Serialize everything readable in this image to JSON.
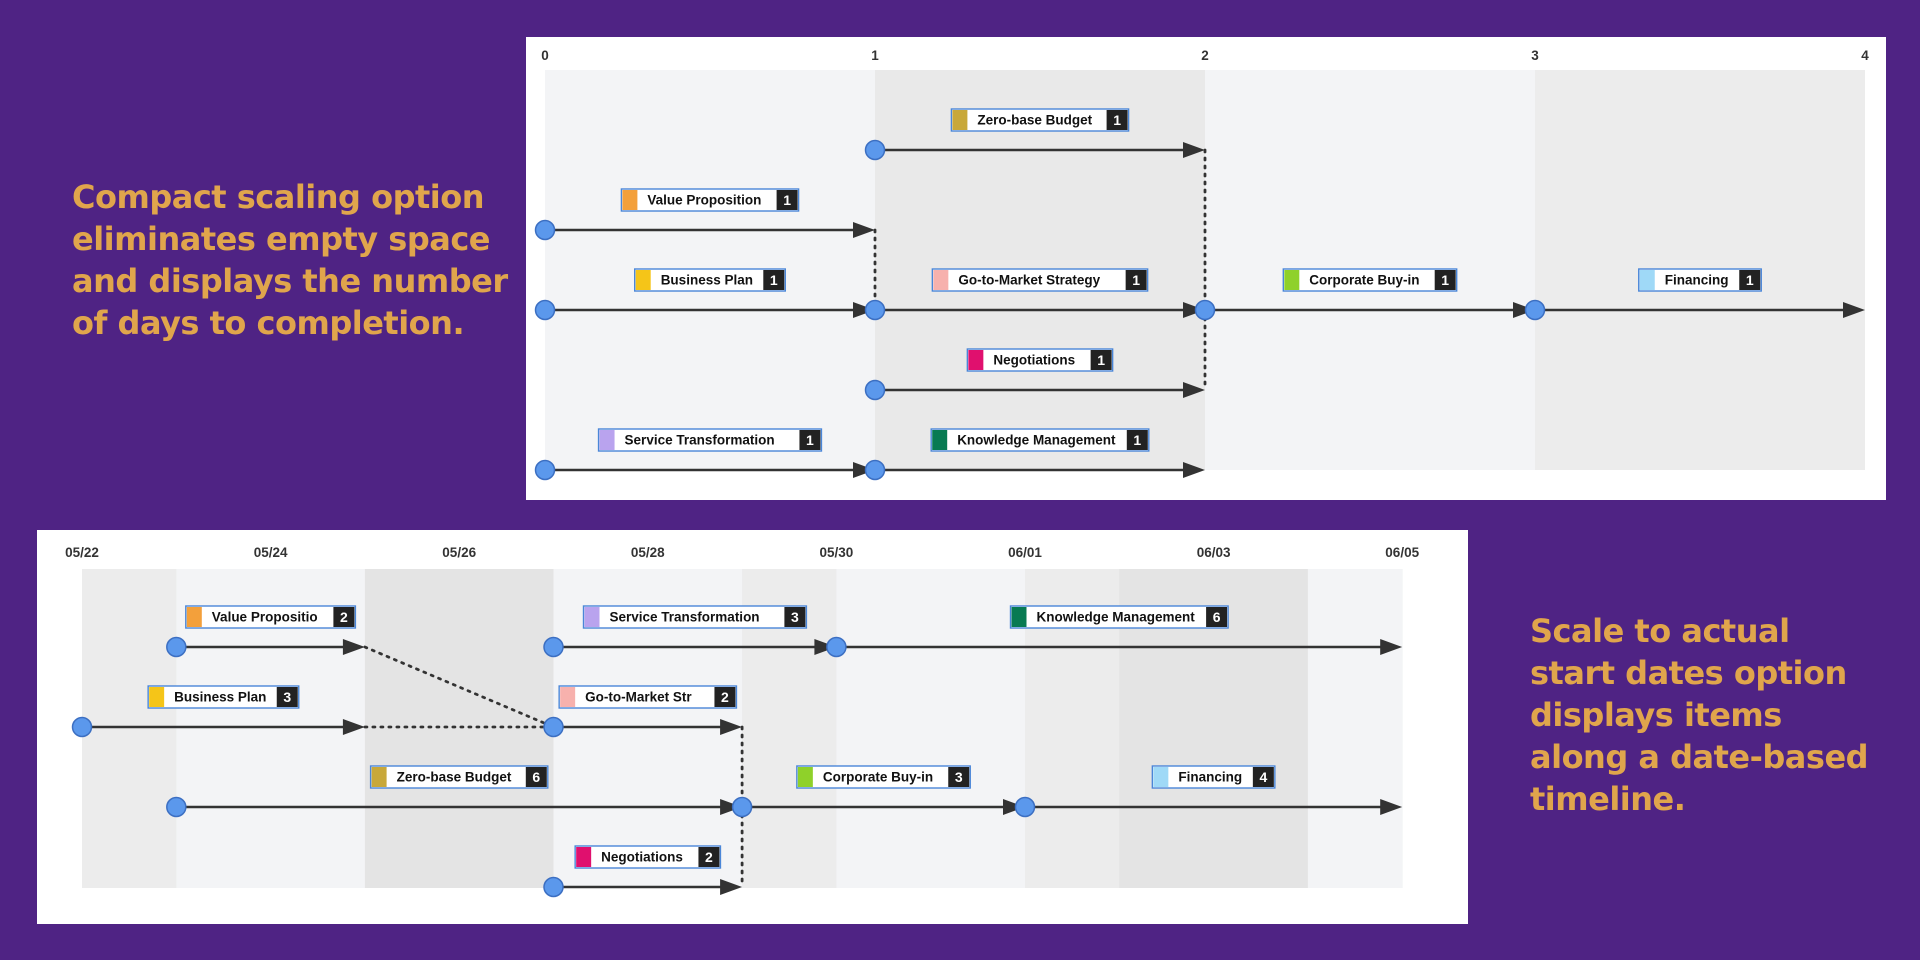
{
  "captions": {
    "top": [
      "Compact scaling option",
      "eliminates empty space",
      "and displays the number",
      "of days to completion."
    ],
    "bottom": [
      "Scale to actual",
      "start dates option",
      "displays items",
      "along a date-based",
      "timeline."
    ]
  },
  "colors": {
    "background": "#4f2384",
    "caption": "#e0a54c",
    "node": "#5b98ec",
    "arrow": "#333333",
    "badge": "#222222",
    "label_border": "#4a86d8"
  },
  "compact": {
    "ticks": [
      "0",
      "1",
      "2",
      "3",
      "4"
    ],
    "tasks": [
      {
        "name": "Zero-base Budget",
        "days": "1",
        "color": "#c8a83a",
        "start": 1,
        "end": 2,
        "row": 0
      },
      {
        "name": "Value Proposition",
        "days": "1",
        "color": "#f3a03b",
        "start": 0,
        "end": 1,
        "row": 1
      },
      {
        "name": "Business Plan",
        "days": "1",
        "color": "#f5c518",
        "start": 0,
        "end": 1,
        "row": 2
      },
      {
        "name": "Go-to-Market Strategy",
        "days": "1",
        "color": "#f7b1ad",
        "start": 1,
        "end": 2,
        "row": 2
      },
      {
        "name": "Corporate Buy-in",
        "days": "1",
        "color": "#8fd12a",
        "start": 2,
        "end": 3,
        "row": 2
      },
      {
        "name": "Financing",
        "days": "1",
        "color": "#9fd9f7",
        "start": 3,
        "end": 4,
        "row": 2
      },
      {
        "name": "Negotiations",
        "days": "1",
        "color": "#e0106e",
        "start": 1,
        "end": 2,
        "row": 3
      },
      {
        "name": "Service Transformation",
        "days": "1",
        "color": "#b9a3ee",
        "start": 0,
        "end": 1,
        "row": 4
      },
      {
        "name": "Knowledge Management",
        "days": "1",
        "color": "#087a52",
        "start": 1,
        "end": 2,
        "row": 4
      }
    ],
    "dependencies": [
      {
        "x": 1,
        "from_row": 1,
        "to_row": 2
      },
      {
        "x": 2,
        "from_row": 0,
        "to_row": 3
      }
    ]
  },
  "dated": {
    "ticks": [
      "05/22",
      "05/24",
      "05/26",
      "05/28",
      "05/30",
      "06/01",
      "06/03",
      "06/05"
    ],
    "tasks": [
      {
        "name": "Value Propositio",
        "days": "2",
        "color": "#f3a03b",
        "start": "05/23",
        "end": "05/25",
        "row": 0
      },
      {
        "name": "Service Transformation",
        "days": "3",
        "color": "#b9a3ee",
        "start": "05/27",
        "end": "05/30",
        "row": 0
      },
      {
        "name": "Knowledge Management",
        "days": "6",
        "color": "#087a52",
        "start": "05/30",
        "end": "06/05",
        "row": 0
      },
      {
        "name": "Business Plan",
        "days": "3",
        "color": "#f5c518",
        "start": "05/22",
        "end": "05/25",
        "row": 1
      },
      {
        "name": "Go-to-Market Str",
        "days": "2",
        "color": "#f7b1ad",
        "start": "05/27",
        "end": "05/29",
        "row": 1
      },
      {
        "name": "Zero-base Budget",
        "days": "6",
        "color": "#c8a83a",
        "start": "05/23",
        "end": "05/29",
        "row": 2
      },
      {
        "name": "Corporate Buy-in",
        "days": "3",
        "color": "#8fd12a",
        "start": "05/29",
        "end": "06/01",
        "row": 2
      },
      {
        "name": "Financing",
        "days": "4",
        "color": "#9fd9f7",
        "start": "06/01",
        "end": "06/05",
        "row": 2
      },
      {
        "name": "Negotiations",
        "days": "2",
        "color": "#e0106e",
        "start": "05/27",
        "end": "05/29",
        "row": 3
      }
    ],
    "dependencies": [
      {
        "type": "diag",
        "from": "05/25",
        "from_row": 0,
        "to": "05/27",
        "to_row": 1
      },
      {
        "type": "flat",
        "from": "05/25",
        "to": "05/27",
        "row": 1
      },
      {
        "type": "vert",
        "at": "05/29",
        "from_row": 1,
        "to_row": 3
      }
    ]
  }
}
